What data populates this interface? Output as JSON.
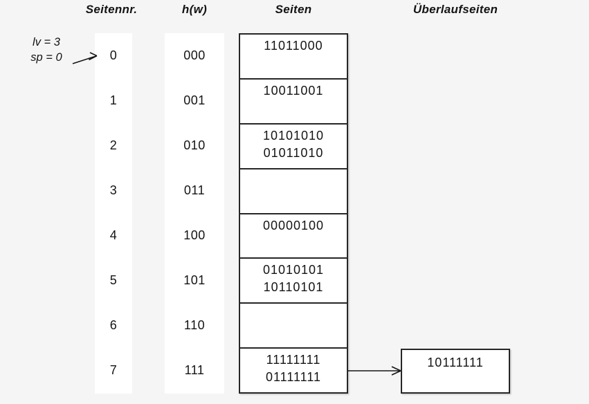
{
  "headers": {
    "seitennr": "Seitennr.",
    "hw": "h(w)",
    "seiten": "Seiten",
    "ueberlaufseiten": "Überlaufseiten"
  },
  "annotation": {
    "lv": "lv = 3",
    "sp": "sp = 0"
  },
  "rows": [
    {
      "nr": "0",
      "hw": "000",
      "lines": [
        "11011000"
      ]
    },
    {
      "nr": "1",
      "hw": "001",
      "lines": [
        "10011001"
      ]
    },
    {
      "nr": "2",
      "hw": "010",
      "lines": [
        "10101010",
        "01011010"
      ]
    },
    {
      "nr": "3",
      "hw": "011",
      "lines": []
    },
    {
      "nr": "4",
      "hw": "100",
      "lines": [
        "00000100"
      ]
    },
    {
      "nr": "5",
      "hw": "101",
      "lines": [
        "01010101",
        "10110101"
      ]
    },
    {
      "nr": "6",
      "hw": "110",
      "lines": []
    },
    {
      "nr": "7",
      "hw": "111",
      "lines": [
        "11111111",
        "01111111"
      ]
    }
  ],
  "overflow": {
    "attached_to_row": "7",
    "lines": [
      "10111111"
    ]
  },
  "colors": {
    "background": "#f5f5f5",
    "panel": "#ffffff",
    "border": "#262626",
    "text": "#141414"
  }
}
